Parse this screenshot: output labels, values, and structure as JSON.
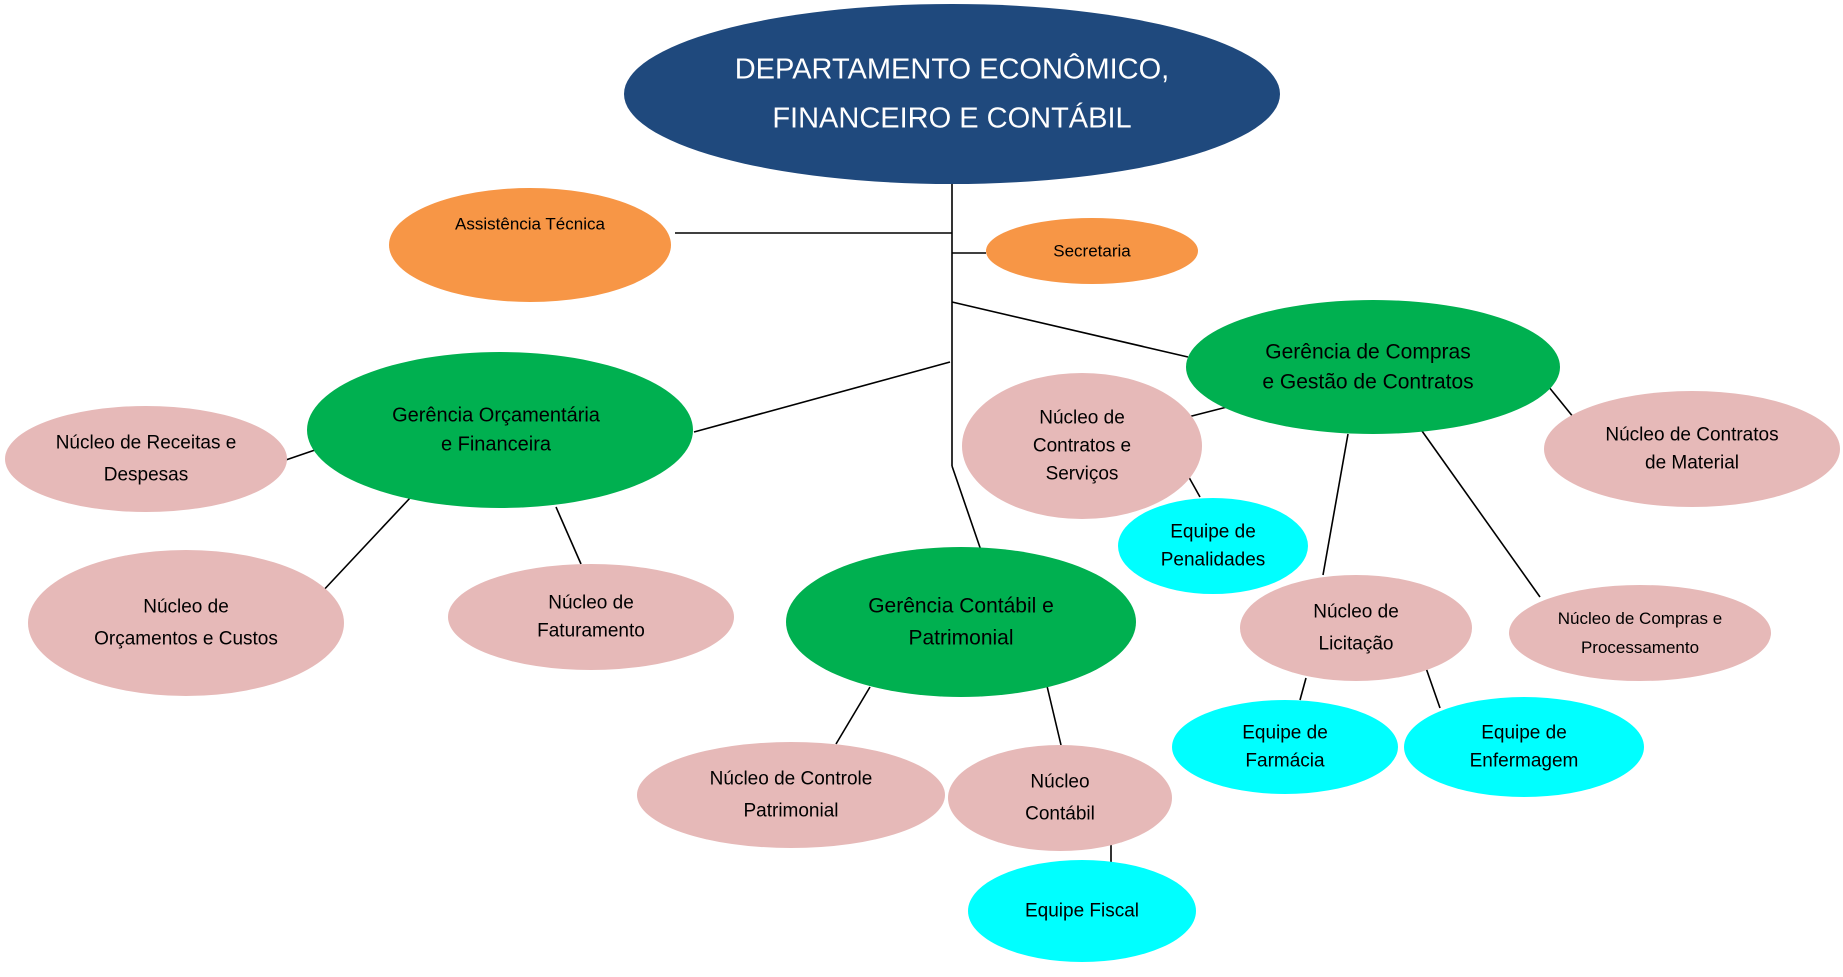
{
  "colors": {
    "root": "#1F497D",
    "staff": "#F79646",
    "gerencia": "#00B050",
    "nucleo": "#E6B9B8",
    "equipe": "#00FFFF",
    "line": "#000000"
  },
  "nodes": {
    "root": {
      "lines": [
        "DEPARTAMENTO ECONÔMICO,",
        "FINANCEIRO E CONTÁBIL"
      ]
    },
    "assistencia": {
      "lines": [
        "Assistência Técnica"
      ]
    },
    "secretaria": {
      "lines": [
        "Secretaria"
      ]
    },
    "ger_orcamentaria": {
      "lines": [
        "Gerência Orçamentária",
        "e Financeira"
      ]
    },
    "ger_compras": {
      "lines": [
        "Gerência de Compras",
        "e Gestão de Contratos"
      ]
    },
    "ger_contabil": {
      "lines": [
        "Gerência Contábil e",
        "Patrimonial"
      ]
    },
    "nuc_receitas": {
      "lines": [
        "Núcleo de Receitas e",
        "Despesas"
      ]
    },
    "nuc_orcamentos": {
      "lines": [
        "Núcleo de",
        "Orçamentos e Custos"
      ]
    },
    "nuc_faturamento": {
      "lines": [
        "Núcleo de",
        "Faturamento"
      ]
    },
    "nuc_contratos_servicos": {
      "lines": [
        "Núcleo de",
        "Contratos e",
        "Serviços"
      ]
    },
    "nuc_contratos_material": {
      "lines": [
        "Núcleo de Contratos",
        "de Material"
      ]
    },
    "nuc_licitacao": {
      "lines": [
        "Núcleo de",
        "Licitação"
      ]
    },
    "nuc_compras_proc": {
      "lines": [
        "Núcleo de Compras e",
        "Processamento"
      ]
    },
    "nuc_controle_patrimonial": {
      "lines": [
        "Núcleo de Controle",
        "Patrimonial"
      ]
    },
    "nuc_contabil": {
      "lines": [
        "Núcleo",
        "Contábil"
      ]
    },
    "eq_penalidades": {
      "lines": [
        "Equipe de",
        "Penalidades"
      ]
    },
    "eq_farmacia": {
      "lines": [
        "Equipe de",
        "Farmácia"
      ]
    },
    "eq_enfermagem": {
      "lines": [
        "Equipe de",
        "Enfermagem"
      ]
    },
    "eq_fiscal": {
      "lines": [
        "Equipe Fiscal"
      ]
    }
  }
}
